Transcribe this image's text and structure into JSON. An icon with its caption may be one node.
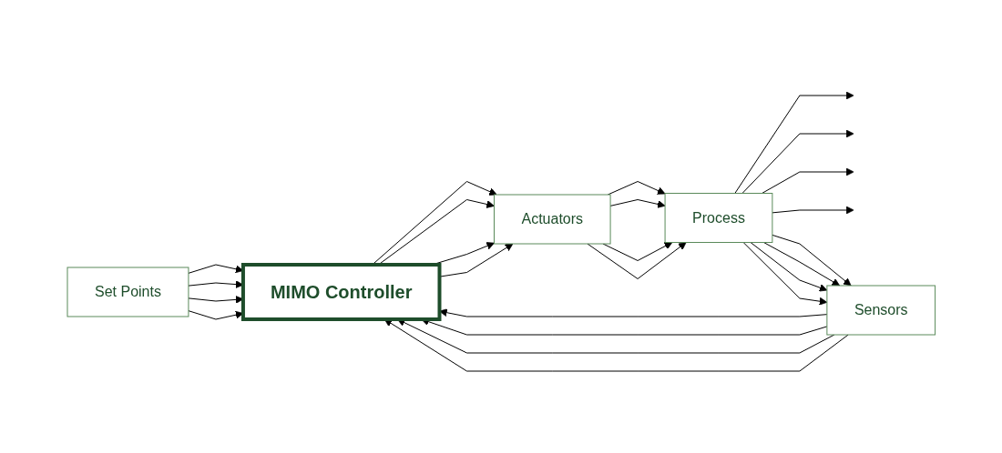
{
  "diagram": {
    "nodes": [
      {
        "text": [
          "Set Points"
        ]
      },
      {
        "text": [
          "MIMO Controller"
        ]
      },
      {
        "text": [
          "Actuators"
        ]
      },
      {
        "text": [
          "Process"
        ]
      },
      {
        "text": [
          "Sensors"
        ]
      }
    ],
    "edges": [
      {
        "from": 0,
        "to": 1,
        "arrow": "to"
      },
      {
        "from": 0,
        "to": 1,
        "arrow": "to"
      },
      {
        "from": 0,
        "to": 1,
        "arrow": "to"
      },
      {
        "from": 0,
        "to": 1,
        "arrow": "to"
      },
      {
        "from": 1,
        "to": 2,
        "arrow": "to"
      },
      {
        "from": 1,
        "to": 2,
        "arrow": "to"
      },
      {
        "from": 1,
        "to": 2,
        "arrow": "to"
      },
      {
        "from": 1,
        "to": 2,
        "arrow": "to"
      },
      {
        "from": 2,
        "to": 3,
        "arrow": "to"
      },
      {
        "from": 2,
        "to": 3,
        "arrow": "to"
      },
      {
        "from": 2,
        "to": 3,
        "arrow": "to"
      },
      {
        "from": 2,
        "to": 3,
        "arrow": "to"
      },
      {
        "from": 3,
        "to": null,
        "arrow": "to"
      },
      {
        "from": 3,
        "to": null,
        "arrow": "to"
      },
      {
        "from": 3,
        "to": null,
        "arrow": "to"
      },
      {
        "from": 3,
        "to": null,
        "arrow": "to"
      },
      {
        "from": 3,
        "to": 4,
        "arrow": "to"
      },
      {
        "from": 3,
        "to": 4,
        "arrow": "to"
      },
      {
        "from": 3,
        "to": 4,
        "arrow": "to"
      },
      {
        "from": 3,
        "to": 4,
        "arrow": "to"
      },
      {
        "from": 4,
        "to": 1,
        "arrow": "to"
      },
      {
        "from": 4,
        "to": 1,
        "arrow": "to"
      },
      {
        "from": 4,
        "to": 1,
        "arrow": "to"
      },
      {
        "from": 4,
        "to": 1,
        "arrow": "to"
      }
    ]
  }
}
